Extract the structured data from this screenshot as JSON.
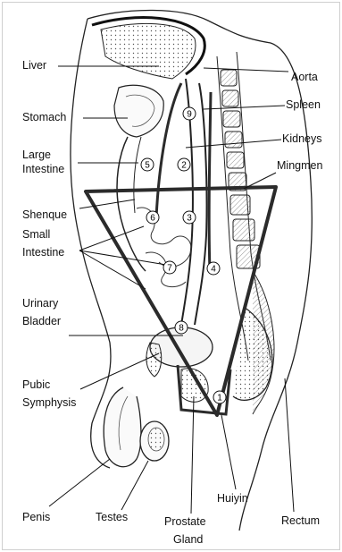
{
  "labels": {
    "liver": "Liver",
    "stomach": "Stomach",
    "large_intestine_1": "Large",
    "large_intestine_2": "Intestine",
    "shenque": "Shenque",
    "small_intestine_1": "Small",
    "small_intestine_2": "Intestine",
    "urinary_bladder_1": "Urinary",
    "urinary_bladder_2": "Bladder",
    "pubic_symphysis_1": "Pubic",
    "pubic_symphysis_2": "Symphysis",
    "penis": "Penis",
    "testes": "Testes",
    "prostate_1": "Prostate",
    "prostate_2": "Gland",
    "huiyin": "Huiyin",
    "rectum": "Rectum",
    "aorta": "Aorta",
    "spleen": "Spleen",
    "kidneys": "Kidneys",
    "mingmen": "Mingmen"
  },
  "markers": [
    "1",
    "2",
    "3",
    "4",
    "5",
    "6",
    "7",
    "8",
    "9"
  ],
  "colors": {
    "ink": "#111111",
    "triangle": "#2b2b2b",
    "tissue": "#f3f3f3"
  }
}
